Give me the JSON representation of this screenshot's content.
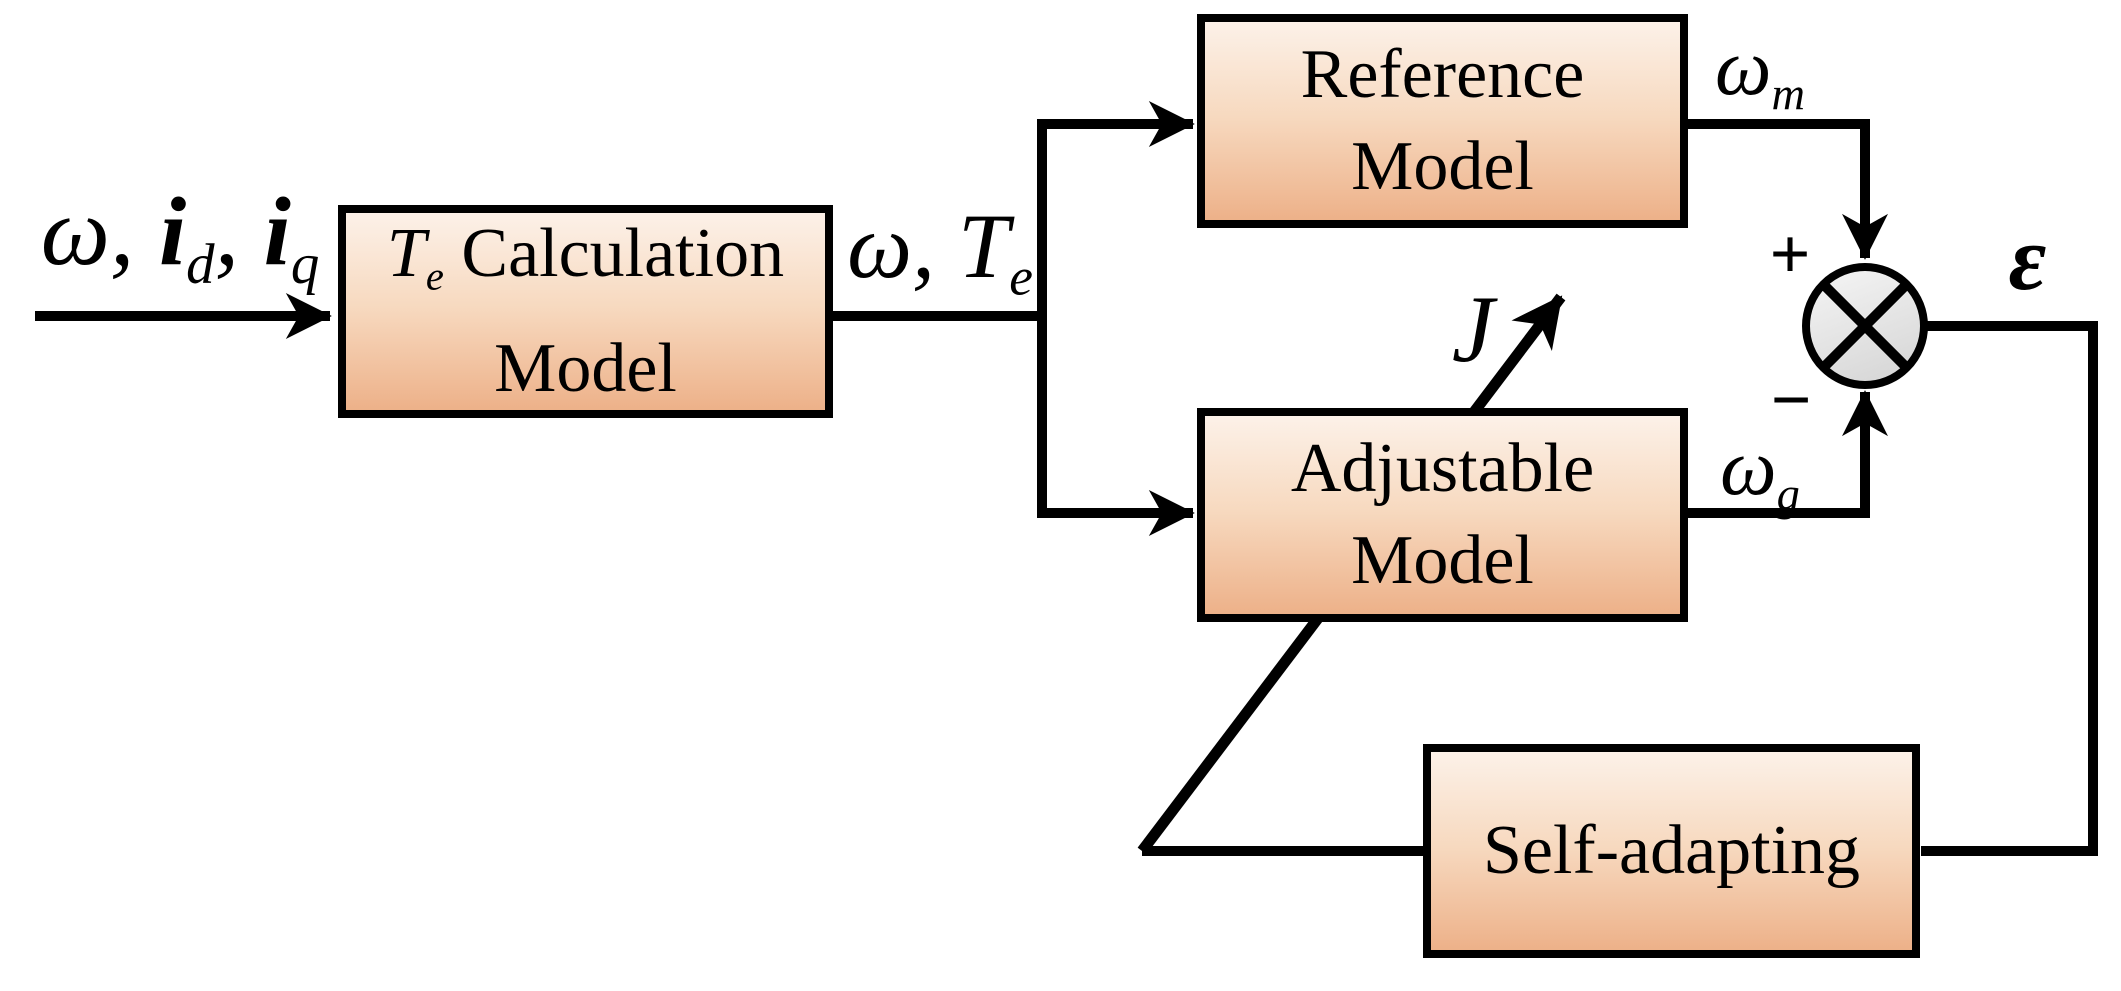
{
  "diagram_type": "block-diagram",
  "colors": {
    "background": "#ffffff",
    "line": "#000000",
    "box_border": "#000000",
    "box_fill_top": "#fcf1e8",
    "box_fill_mid": "#f7d9bf",
    "box_fill_bottom": "#edb189",
    "junction_fill_light": "#f6f6f6",
    "junction_fill_dark": "#d9d9d9"
  },
  "boxes": {
    "te_calculation": {
      "lines": [
        [
          {
            "t": "T",
            "i": true
          },
          {
            "t": "e",
            "i": true,
            "sub": true
          },
          {
            "t": " Calculation"
          }
        ],
        [
          {
            "t": "Model"
          }
        ]
      ]
    },
    "reference": {
      "lines": [
        [
          {
            "t": "Reference"
          }
        ],
        [
          {
            "t": "Model"
          }
        ]
      ]
    },
    "adjustable": {
      "lines": [
        [
          {
            "t": "Adjustable"
          }
        ],
        [
          {
            "t": "Model"
          }
        ]
      ]
    },
    "self_adapting": {
      "lines": [
        [
          {
            "t": "Self-adapting"
          }
        ]
      ]
    }
  },
  "signals": {
    "input": [
      {
        "t": "ω, ",
        "i": true
      },
      {
        "t": "i",
        "i": true,
        "b": true
      },
      {
        "t": "d",
        "i": true,
        "sub": true
      },
      {
        "t": ", ",
        "i": true
      },
      {
        "t": "i",
        "i": true,
        "b": true
      },
      {
        "t": "q",
        "i": true,
        "sub": true
      }
    ],
    "omega_te": [
      {
        "t": "ω, ",
        "i": true
      },
      {
        "t": "T",
        "i": true
      },
      {
        "t": "e",
        "i": true,
        "sub": true
      }
    ],
    "omega_m": [
      {
        "t": "ω",
        "i": true
      },
      {
        "t": "m",
        "i": true,
        "sub": true
      }
    ],
    "omega_g": [
      {
        "t": "ω",
        "i": true
      },
      {
        "t": "g",
        "i": true,
        "sub": true
      }
    ],
    "cost_j": [
      {
        "t": "J",
        "i": true
      }
    ],
    "error": [
      {
        "t": "ε",
        "i": true,
        "b": true
      }
    ],
    "plus": "+",
    "minus": "−"
  }
}
